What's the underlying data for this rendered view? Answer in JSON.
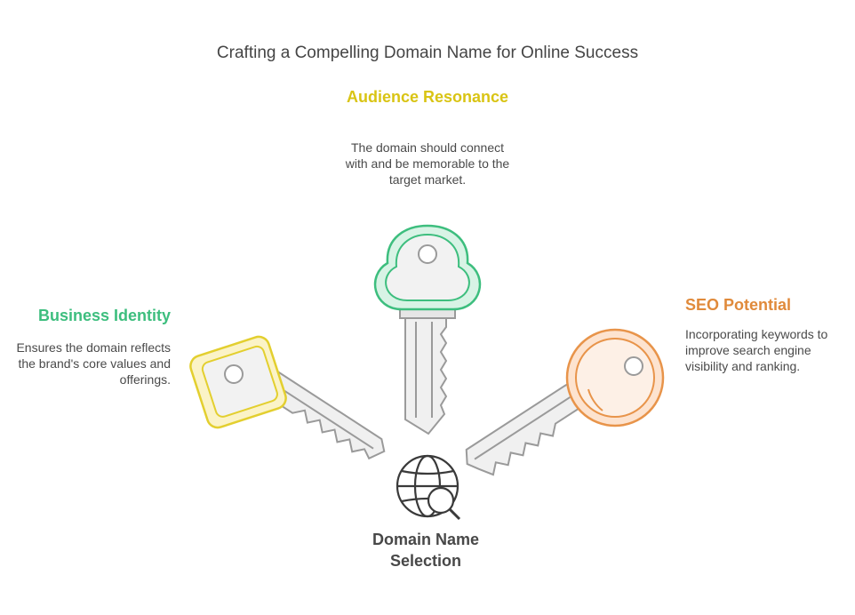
{
  "title": "Crafting a Compelling Domain Name for Online Success",
  "center": {
    "label": "Domain Name Selection",
    "icon": "globe-search-icon"
  },
  "items": [
    {
      "heading": "Audience Resonance",
      "description": "The domain should connect with and be memorable to the target market.",
      "color": "#d9c414",
      "key_color": "#3dbe7e"
    },
    {
      "heading": "Business Identity",
      "description": "Ensures the domain reflects the brand's core values and offerings.",
      "color": "#3dbe7e",
      "key_color": "#e6d43a"
    },
    {
      "heading": "SEO Potential",
      "description": "Incorporating keywords to improve search engine visibility and ranking.",
      "color": "#e08a3b",
      "key_color": "#e8944a"
    }
  ]
}
